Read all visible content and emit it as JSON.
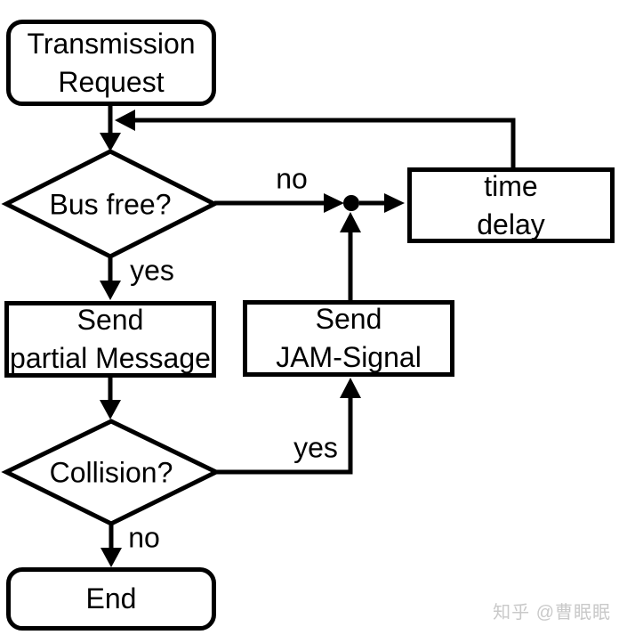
{
  "diagram": {
    "type": "flowchart",
    "nodes": {
      "start": {
        "line1": "Transmission",
        "line2": "Request",
        "shape": "rounded-rectangle"
      },
      "bus_free": {
        "label": "Bus free?",
        "shape": "diamond"
      },
      "time_delay": {
        "line1": "time",
        "line2": "delay",
        "shape": "rectangle"
      },
      "send_partial": {
        "line1": "Send",
        "line2": "partial Message",
        "shape": "rectangle"
      },
      "send_jam": {
        "line1": "Send",
        "line2": "JAM-Signal",
        "shape": "rectangle"
      },
      "collision": {
        "label": "Collision?",
        "shape": "diamond"
      },
      "end": {
        "label": "End",
        "shape": "rounded-rectangle"
      }
    },
    "edge_labels": {
      "bus_free_no": "no",
      "bus_free_yes": "yes",
      "collision_yes": "yes",
      "collision_no": "no"
    },
    "edges": [
      "Transmission Request -> Bus free?",
      "Bus free? -no-> junction -> time delay",
      "Bus free? -yes-> Send partial Message",
      "Send partial Message -> Collision?",
      "Collision? -yes-> Send JAM-Signal",
      "Send JAM-Signal -> junction",
      "time delay -> (loop back) -> Bus free?",
      "Collision? -no-> End"
    ]
  },
  "colors": {
    "stroke": "#000000",
    "node_fill": "#ffffff",
    "watermark": "#c9c9c9"
  },
  "watermark": {
    "text": "知乎 @曹眠眠"
  }
}
